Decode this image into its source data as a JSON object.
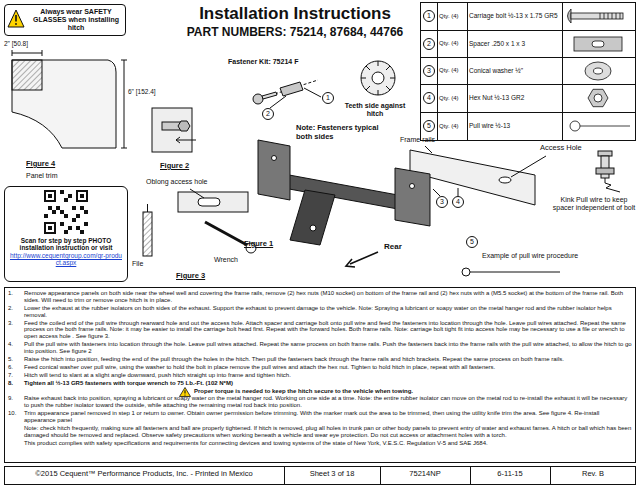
{
  "diagram": {
    "title": "Installation Instructions",
    "nodes": [
      {
        "text": [
          "Always wear SAFETY GLASSES when installing hitch"
        ]
      },
      {
        "text": [
          "Scan for step by step PHOTO installation instruction or visit",
          "http://www.cequentgroup.com/qr-product.aspx"
        ]
      }
    ],
    "labels": [
      "PART NUMBERS: 75214, 87684, 44766",
      "1",
      "Qty. (4)",
      "Carriage bolt ½-13 x 1.75 GR5",
      "2",
      "Qty. (4)",
      "Spacer .250 x 1 x 3",
      "3",
      "Qty. (4)",
      "Conical washer ½\"",
      "4",
      "Qty. (4)",
      "Hex Nut ½-13 GR2",
      "5",
      "Qty. (4)",
      "Pull wire ½-13",
      "2\" [50.8]",
      "6\" [152.4]",
      "Figure 4",
      "Panel trim",
      "Figure 2",
      "Fastener Kit: 75214 F",
      "1",
      "2",
      "Teeth side against hitch",
      "Frame rails",
      "Note: Fasteners typical both sides",
      "Access Hole",
      "3",
      "4",
      "Kink Pull wire to keep spacer independent of bolt",
      "5",
      "Example of pull wire procedure",
      "Figure 1",
      "Rear",
      "Oblong access hole",
      "Wrench",
      "File",
      "Figure 3",
      "1.",
      "Remove appearance panels on both side near the wheel well and covering the frame rails, remove (2) hex nuts (M10 socket) on bottom of the frame rail and (2) hex nuts with a (M5.5 socket) at the bottom of the frame rail. Both sides. Will need to trim or remove once hitch is in place.",
      "2.",
      "Lower the exhaust at the rubber isolators on both sides of the exhaust. Support the exhaust to prevent damage to the vehicle. Note: Spraying a lubricant or soapy water on the metal hanger rod and the rubber isolator helps removal.",
      "3.",
      "Feed the coiled end of the pull wire through rearward hole and out the access hole. Attach spacer and carriage bolt onto pull wire and feed the fasteners into location through the hole. Leave pull wires attached. Repeat the same process on the both frame rails. Note: it may be easier to install the carriage bolt head first. Repeat with the forward holes. Both frame rails. Note: carriage bolt tight fit into access hole may be necessary to use a file or wrench to open access hole . See figure 3.",
      "4.",
      "Pull the pull wire with fasteners into location through the hole. Leave pull wires attached. Repeat the same process on both frame rails. Push the fasteners back into the frame rails with the pull wire attached, to allow the hitch to go into position. See figure 2",
      "5.",
      "Raise the hitch into position, feeding the end of the pull through the holes in the hitch. Then pull the fasteners back through the frame rails and hitch brackets. Repeat the same process on both frame rails.",
      "6.",
      "Feed conical washer over pull wire, using the washer to hold the bolt in place remove the pull wires and attach the hex nut. Tighten to hold hitch in place, repeat with all fasteners.",
      "7.",
      "Hitch will tend to slant at a slight angle downward, push hitch straight up into frame and tighten hitch.",
      "8.",
      "Tighten all ½-13 GR5 fasteners with torque wrench to 75 Lb.-Ft. (102 N*M)",
      "Proper torque is needed to keep the hitch secure to the vehicle when towing.",
      "9.",
      "Raise exhaust back into position, spraying a lubricant or soapy water on the metal hanger rod. Working on one side at a time. Note: the entire rubber isolator can move on the metal rod to re-install the exhaust it will be necessary to push the rubber isolator toward the outside, while attaching the remaining metal rod back into position.",
      "10.",
      "Trim appearance panel removed in step 1 or return to owner. Obtain owner permission before trimming. With the marker mark out the area to be trimmed, then using the utility knife trim the area. See figure 4. Re-install appearance panel",
      "Note: check hitch frequently, making sure all fasteners and ball are properly tightened. If hitch is removed, plug all holes in trunk pan or other body panels to prevent entry of water and exhaust fames. A hitch or ball which has been damaged should be removed and replaced. Observe safety precautions when working beneath a vehicle and wear eye protection. Do not cut access or attachment holes with a torch.",
      "This product complies with safety specifications and requirements for connecting devices and towing systems of the state of New York, V.E.S.C. Regulation V-5 and SAE J684.",
      "©2015 Cequent™ Performance Products, Inc. - Printed in Mexico",
      "Sheet 3 of 18",
      "75214NP",
      "6-11-15",
      "Rev. B"
    ]
  }
}
